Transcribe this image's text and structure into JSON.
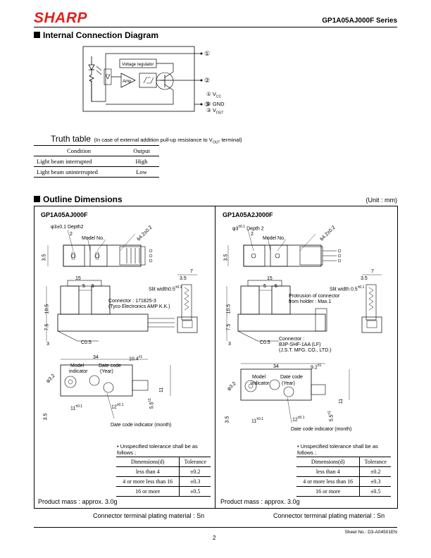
{
  "header": {
    "logo": "SHARP",
    "series": "GP1A05AJ000F Series",
    "brand_color": "#e1201c"
  },
  "connection": {
    "title": "Internal Connection Diagram",
    "regulator_label": "Voltage regulator",
    "amp_label": "Amp.",
    "pins": [
      "①",
      "②",
      "③"
    ],
    "legend": [
      {
        "num": "①",
        "text": "V",
        "sub": "CC"
      },
      {
        "num": "②",
        "text": "GND",
        "sub": ""
      },
      {
        "num": "③",
        "text": "V",
        "sub": "OUT"
      }
    ]
  },
  "truth_table": {
    "title": "Truth table",
    "note_pre": "(In case of external addition pull-up resistance to V",
    "note_sub": "OUT",
    "note_post": " terminal)",
    "headers": [
      "Condition",
      "Output"
    ],
    "rows": [
      [
        "Light beam interrupted",
        "High"
      ],
      [
        "Light beam uninterrupted",
        "Low"
      ]
    ]
  },
  "outline": {
    "title": "Outline Dimensions",
    "unit": "(Unit : mm)",
    "left": {
      "name": "GP1A05AJ000F",
      "hole": "φ3±0.1 Depth2",
      "model_no": "Model No.",
      "d2": "2",
      "d35a": "3.5",
      "angle": "64.2±0.2",
      "d15": "15",
      "d5a": "5",
      "d5b": "5",
      "d35b": "3.5",
      "d7": "7",
      "slit": "Slit width0.5",
      "slit_sup": "±0.1",
      "connector": "Connector : 171825-3",
      "connector2": "(Tyco Electronics AMP K.K.)",
      "d105": "10.5",
      "d75": "7.5",
      "d3": "3",
      "c05": "C0.5",
      "d34": "34",
      "d104": "10.4",
      "d104_sup": "±1",
      "model_ind": "Model",
      "model_ind2": "indicator",
      "date_code": "Date code",
      "date_code2": "(Year)",
      "phi32": "φ3.2",
      "d11a": "11",
      "d11a_sup": "±0.1",
      "d12": "12",
      "d12_sup": "±0.1",
      "d55": "5.5",
      "d55_sup": "±1",
      "d11b": "11",
      "d35c": "3.5",
      "date_month": "Date code indicator (month)",
      "mass": "Product mass : approx. 3.0g"
    },
    "right": {
      "name": "GP1A05A2J000F",
      "hole": "φ3",
      "hole_sup": "±0.1",
      "hole_post": " Depth 2",
      "model_no": "Model No.",
      "d2": "2",
      "d35a": "3.5",
      "angle": "64.2±0.2",
      "d15": "15",
      "d5a": "5",
      "d5b": "5",
      "d35b": "3.5",
      "d7": "7",
      "slit": "Slit width 0.5",
      "slit_sup": "±0.1",
      "protrusion": "Protrusion of connector",
      "protrusion2": "from holder : Max.1",
      "connector": "Connector :",
      "connector2": "B3P-SHF-1AA (LF)",
      "connector3": "(J.S.T. MFG. CO., LTD.)",
      "d105": "10.5",
      "d75": "7.5",
      "d3": "3",
      "c05": "C0.5",
      "d34": "34",
      "d92": "9.2",
      "d92_sup": "±1",
      "model_ind": "Model",
      "model_ind2": "indicator",
      "date_code": "Date code",
      "date_code2": "(Year)",
      "phi32": "φ3.2",
      "d11a": "11",
      "d11a_sup": "±0.1",
      "d12": "12",
      "d12_sup": "±0.1",
      "d55": "5.5",
      "d55_sup": "±1",
      "d11b": "11",
      "d35c": "3.5",
      "date_month": "Date code indicator (month)",
      "mass": "Product mass : approx. 3.0g"
    },
    "tolerance_note": "• Unspecified tolerance shall be as follows ;",
    "tolerance_headers": [
      "Dimensions(d)",
      "Tolerance"
    ],
    "tolerance_rows": [
      [
        "less than 4",
        "±0.2"
      ],
      [
        "4 or more less than 16",
        "±0.3"
      ],
      [
        "16 or more",
        "±0.5"
      ]
    ],
    "plating": "Connector terminal plating material : Sn"
  },
  "footer": {
    "page": "2",
    "sheet": "Sheet No.: D3-A04501EN"
  }
}
